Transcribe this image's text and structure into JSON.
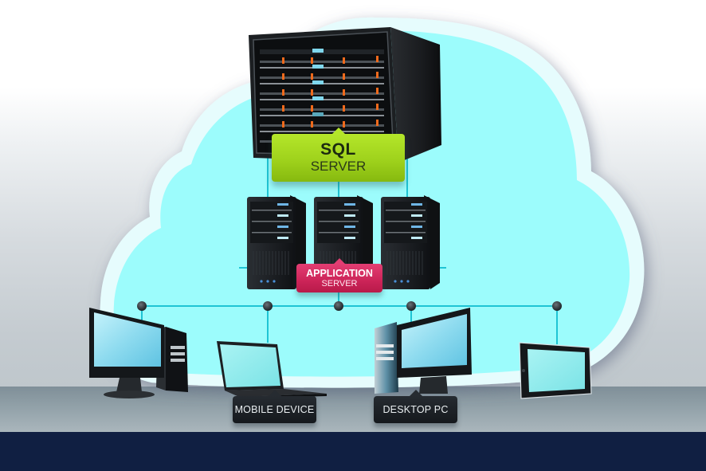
{
  "diagram": {
    "title": "Cloud client-server architecture",
    "nodes": {
      "sql_server": {
        "title": "SQL",
        "subtitle": "SERVER",
        "icon": "rack-server-icon"
      },
      "app_server": {
        "title": "APPLICATION",
        "subtitle": "SERVER",
        "icon": "tower-server-icon",
        "count": 3
      },
      "clients": [
        {
          "id": "workstation",
          "label": "",
          "icon": "desktop-computer-icon"
        },
        {
          "id": "mobile",
          "label": "MOBILE DEVICE",
          "icon": "laptop-icon"
        },
        {
          "id": "desktop",
          "label": "DESKTOP PC",
          "icon": "desktop-computer-icon"
        },
        {
          "id": "tablet",
          "label": "",
          "icon": "tablet-icon"
        }
      ]
    },
    "edges": [
      [
        "sql_server",
        "app_server"
      ],
      [
        "app_server",
        "workstation"
      ],
      [
        "app_server",
        "mobile"
      ],
      [
        "app_server",
        "desktop"
      ],
      [
        "app_server",
        "tablet"
      ]
    ],
    "colors": {
      "cloud_fill": "#9cfcfc",
      "cloud_rim": "#e6fcfd",
      "connector_line": "#1fc4d4",
      "sql_label": "#a4d81f",
      "app_label": "#d02a5c",
      "device_label": "#1b2025",
      "footer_band": "#101f42"
    }
  }
}
